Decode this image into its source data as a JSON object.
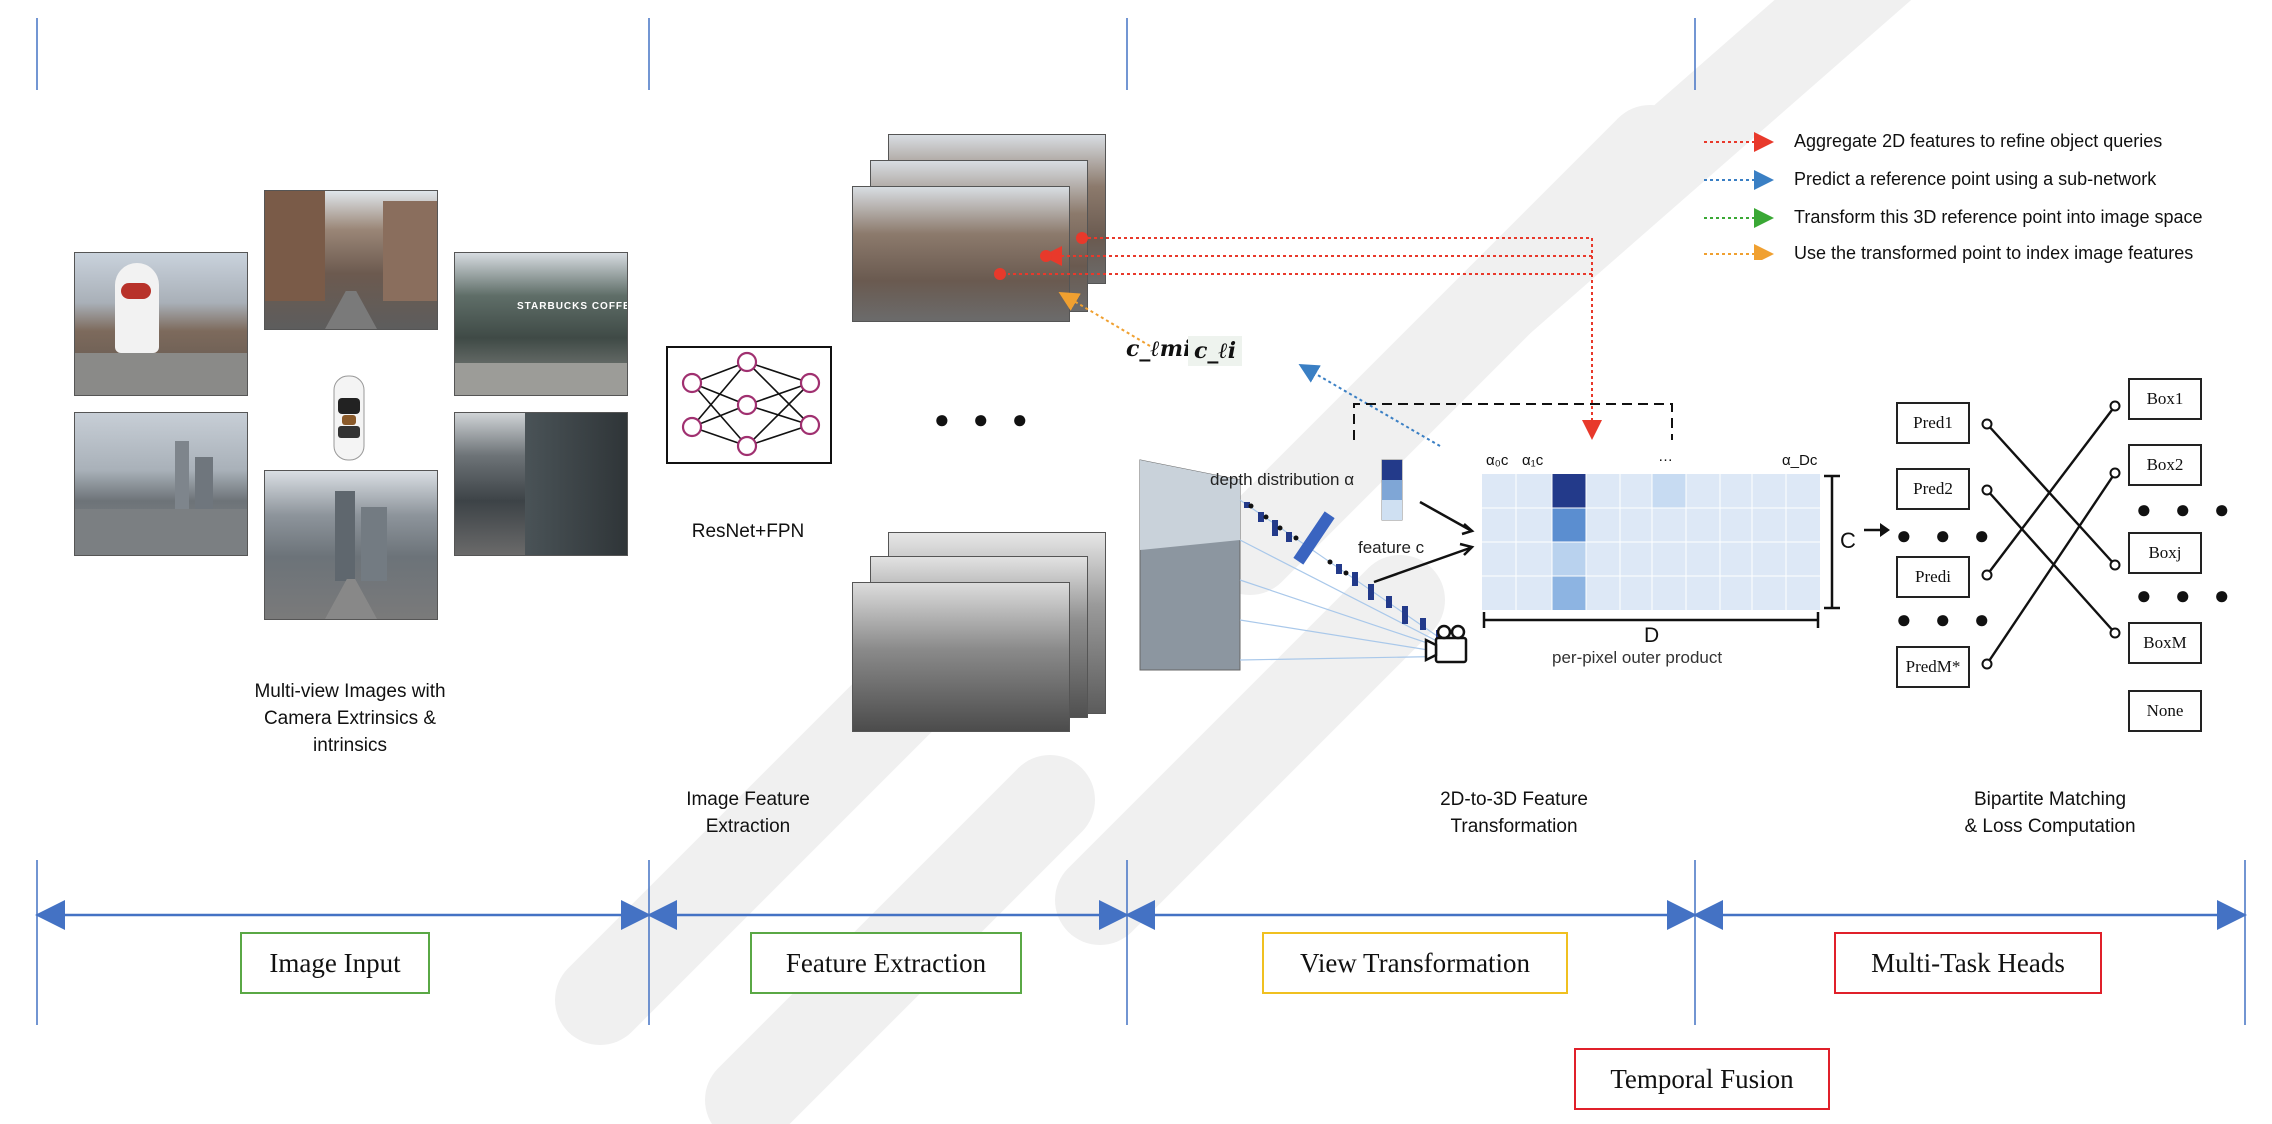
{
  "stages": {
    "image_input": "Image Input",
    "feature_extraction": "Feature Extraction",
    "view_transformation": "View Transformation",
    "multi_task_heads": "Multi-Task Heads",
    "temporal_fusion": "Temporal Fusion"
  },
  "captions": {
    "multiview_line1": "Multi-view Images with",
    "multiview_line2": "Camera Extrinsics &",
    "multiview_line3": "intrinsics",
    "backbone": "ResNet+FPN",
    "feature_line1": "Image Feature",
    "feature_line2": "Extraction",
    "transform_line1": "2D-to-3D Feature",
    "transform_line2": "Transformation",
    "matching_line1": "Bipartite Matching",
    "matching_line2": "& Loss Computation"
  },
  "legend": [
    {
      "label": "Aggregate 2D features to refine object queries",
      "color": "#e8392b"
    },
    {
      "label": "Predict a reference point using a sub-network",
      "color": "#3a7fc4"
    },
    {
      "label": "Transform this 3D reference point into image space",
      "color": "#3aa835"
    },
    {
      "label": "Use the transformed point to index image features",
      "color": "#f0a030"
    }
  ],
  "lss": {
    "depth_label": "depth distribution α",
    "feature_label": "feature c",
    "alpha0c": "α₀c",
    "alpha1c": "α₁c",
    "ellipsis": "…",
    "alphaDc": "α_Dc",
    "c_axis": "C",
    "d_axis": "D",
    "outer_product": "per-pixel outer product"
  },
  "math": {
    "c_lmi": "c_ℓmi",
    "c_li": "c_ℓi"
  },
  "matching": {
    "preds": [
      "Pred1",
      "Pred2",
      "Predi",
      "PredM*"
    ],
    "boxes": [
      "Box1",
      "Box2",
      "Boxj",
      "BoxM",
      "None"
    ]
  },
  "photos": {
    "starbucks_sign": "STARBUCKS COFFEE"
  },
  "colors": {
    "axis_blue": "#4472c4",
    "green_box": "#5aa845",
    "yellow_box": "#f0c020",
    "red_box": "#e0202a"
  }
}
